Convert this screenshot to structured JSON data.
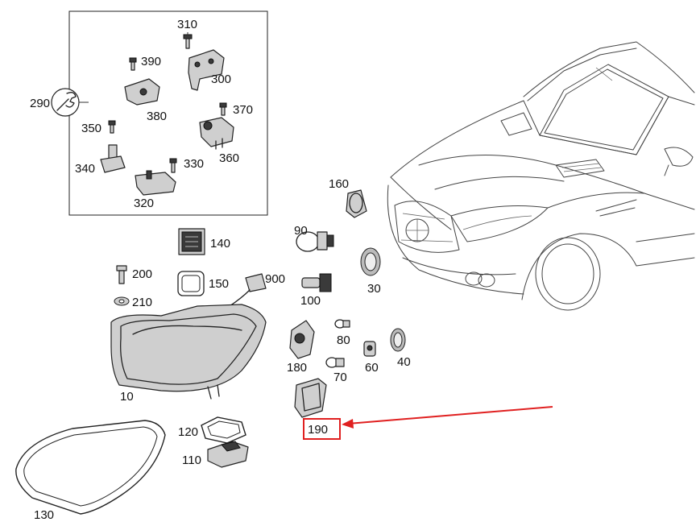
{
  "diagram": {
    "part_numbers": {
      "p310": "310",
      "p390": "390",
      "p300": "300",
      "p290": "290",
      "p380": "380",
      "p370": "370",
      "p350": "350",
      "p360": "360",
      "p340": "340",
      "p330": "330",
      "p320": "320",
      "p160": "160",
      "p90": "90",
      "p140": "140",
      "p200": "200",
      "p150": "150",
      "p900": "900",
      "p210": "210",
      "p30": "30",
      "p100": "100",
      "p80": "80",
      "p180": "180",
      "p70": "70",
      "p60": "60",
      "p40": "40",
      "p10": "10",
      "p120": "120",
      "p110": "110",
      "p190": "190",
      "p130": "130"
    },
    "highlighted_part": "190",
    "highlight_color": "#e02020"
  }
}
